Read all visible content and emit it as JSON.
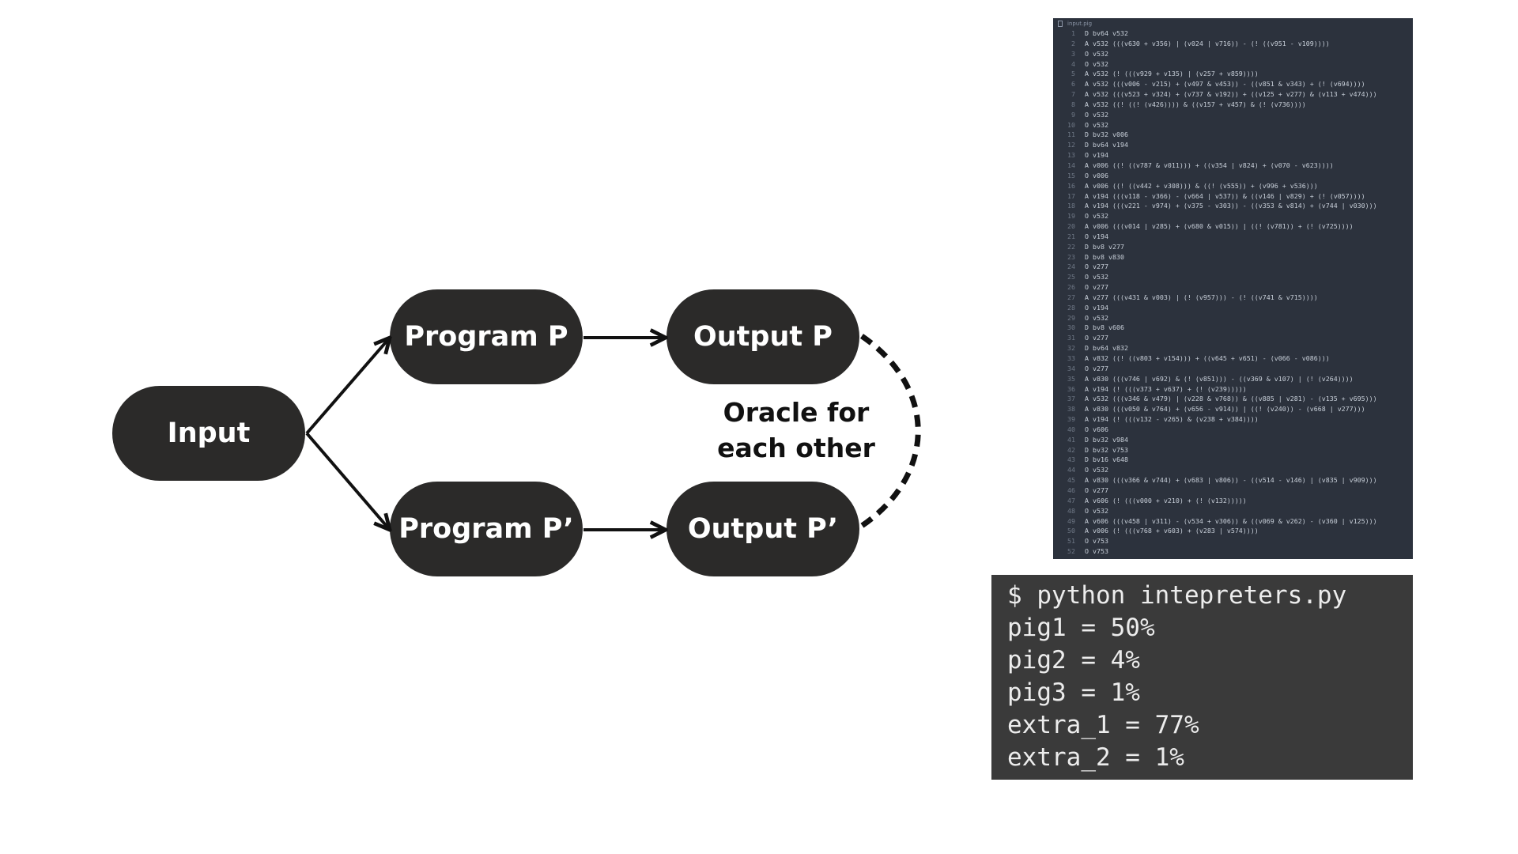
{
  "diagram": {
    "nodes": {
      "input": "Input",
      "program_p": "Program P",
      "output_p": "Output P",
      "program_p_prime": "Program P’",
      "output_p_prime": "Output P’"
    },
    "oracle_label": [
      "Oracle for",
      "each other"
    ]
  },
  "code_panel": {
    "file_name": "input.pig",
    "lines": [
      "D bv64 v532",
      "A v532 (((v630 + v356) | (v024 | v716)) - (! ((v951 - v109))))",
      "O v532",
      "O v532",
      "A v532 (! (((v929 + v135) | (v257 + v859))))",
      "A v532 (((v006 - v215) + (v497 & v453)) - ((v851 & v343) + (! (v694))))",
      "A v532 (((v523 + v324) + (v737 & v192)) + ((v125 + v277) & (v113 + v474)))",
      "A v532 ((! ((! (v426)))) & ((v157 + v457) & (! (v736))))",
      "O v532",
      "O v532",
      "D bv32 v006",
      "D bv64 v194",
      "O v194",
      "A v006 ((! ((v787 & v011))) + ((v354 | v824) + (v070 - v623))))",
      "O v006",
      "A v006 ((! ((v442 + v308))) & ((! (v555)) + (v996 + v536)))",
      "A v194 (((v118 - v366) - (v664 | v537)) & ((v146 | v829) + (! (v057))))",
      "A v194 (((v221 - v974) + (v375 - v303)) - ((v353 & v814) + (v744 | v030)))",
      "O v532",
      "A v006 (((v014 | v285) + (v680 & v015)) | ((! (v781)) + (! (v725))))",
      "O v194",
      "D bv8 v277",
      "D bv8 v830",
      "O v277",
      "O v532",
      "O v277",
      "A v277 (((v431 & v003) | (! (v957))) - (! ((v741 & v715))))",
      "O v194",
      "O v532",
      "D bv8 v606",
      "O v277",
      "D bv64 v832",
      "A v832 ((! ((v803 + v154))) + ((v645 + v651) - (v066 - v086)))",
      "O v277",
      "A v830 (((v746 | v692) & (! (v851))) - ((v369 & v107) | (! (v264))))",
      "A v194 (! (((v373 + v637) + (! (v239)))))",
      "A v532 (((v346 & v479) | (v228 & v768)) & ((v885 | v281) - (v135 + v695)))",
      "A v830 (((v050 & v764) + (v656 - v914)) | ((! (v240)) - (v668 | v277)))",
      "A v194 (! (((v132 - v265) & (v238 + v384))))",
      "O v606",
      "D bv32 v984",
      "D bv32 v753",
      "D bv16 v648",
      "O v532",
      "A v830 (((v366 & v744) + (v683 | v806)) - ((v514 - v146) | (v835 | v909)))",
      "O v277",
      "A v606 (! (((v000 + v210) + (! (v132)))))",
      "O v532",
      "A v606 (((v458 | v311) - (v534 + v306)) & ((v069 & v262) - (v360 | v125)))",
      "A v006 (! (((v768 + v603) + (v283 | v574))))",
      "O v753",
      "O v753"
    ]
  },
  "terminal": {
    "lines": [
      "$ python intepreters.py",
      "pig1 = 50%",
      "pig2 = 4%",
      "pig3 = 1%",
      "extra_1 = 77%",
      "extra_2 = 1%"
    ]
  }
}
